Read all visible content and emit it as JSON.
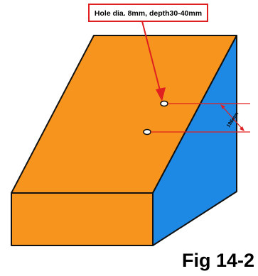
{
  "callout": {
    "text": "Hole dia. 8mm, depth30-40mm"
  },
  "dimension": {
    "text": "196mm"
  },
  "figure": {
    "caption": "Fig 14-2"
  },
  "colors": {
    "block_face": "#F7941D",
    "block_side": "#1E88E5",
    "outline": "#111111",
    "callout_accent": "#E02020"
  }
}
